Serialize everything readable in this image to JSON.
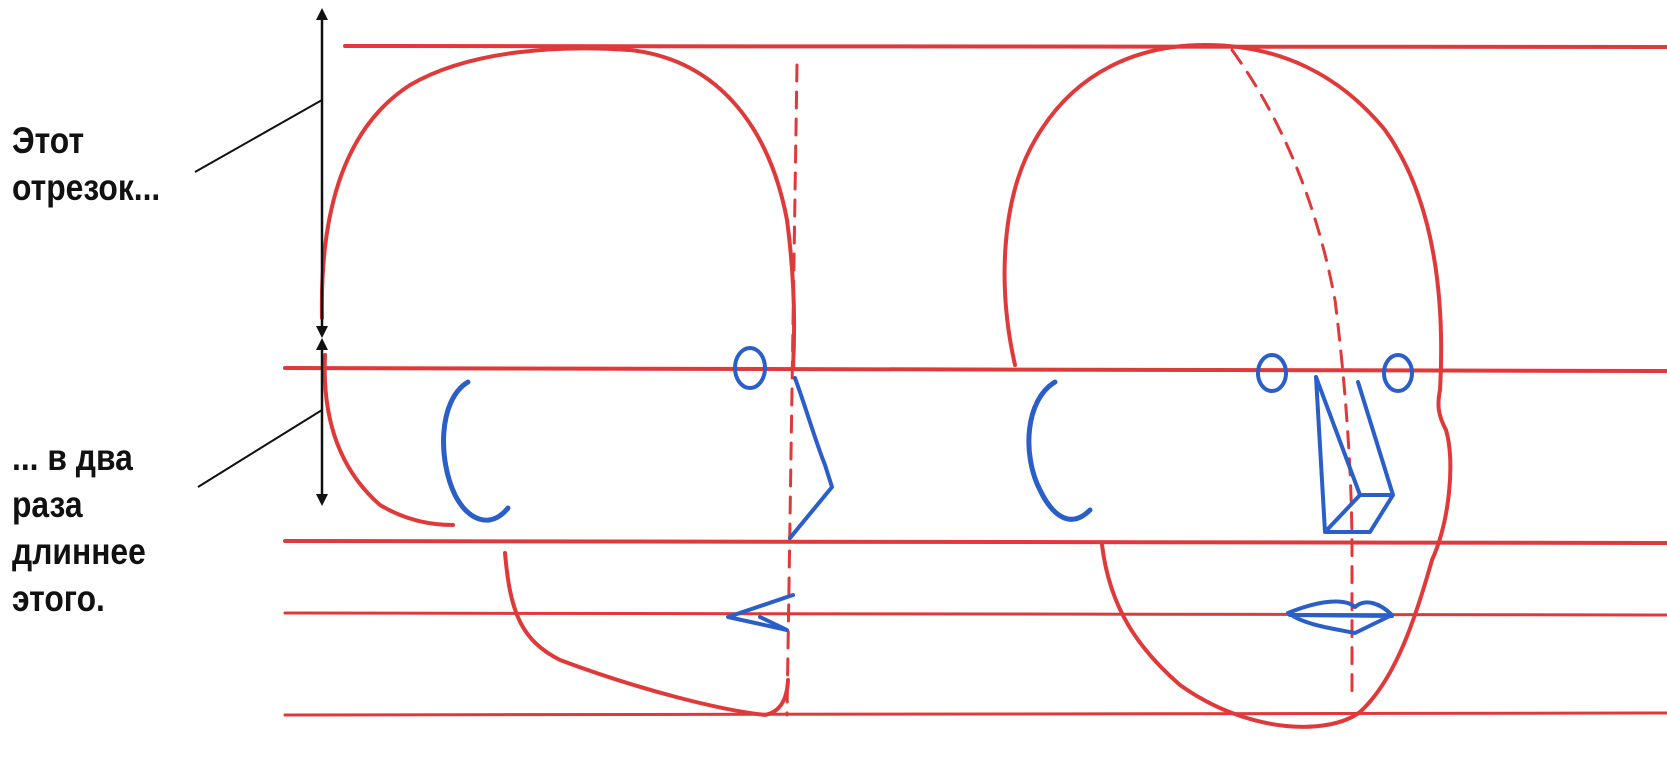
{
  "annotations": {
    "upper": [
      "Этот",
      "отрезок..."
    ],
    "lower": [
      "... в два",
      "раза",
      "длиннее",
      "этого."
    ]
  },
  "colors": {
    "guide_red": "#e0393a",
    "feature_blue": "#2a5ec8",
    "arrow_black": "#111111",
    "text": "#111111",
    "background": "#ffffff"
  },
  "figures": [
    "head-profile-side",
    "head-profile-three-quarter"
  ]
}
